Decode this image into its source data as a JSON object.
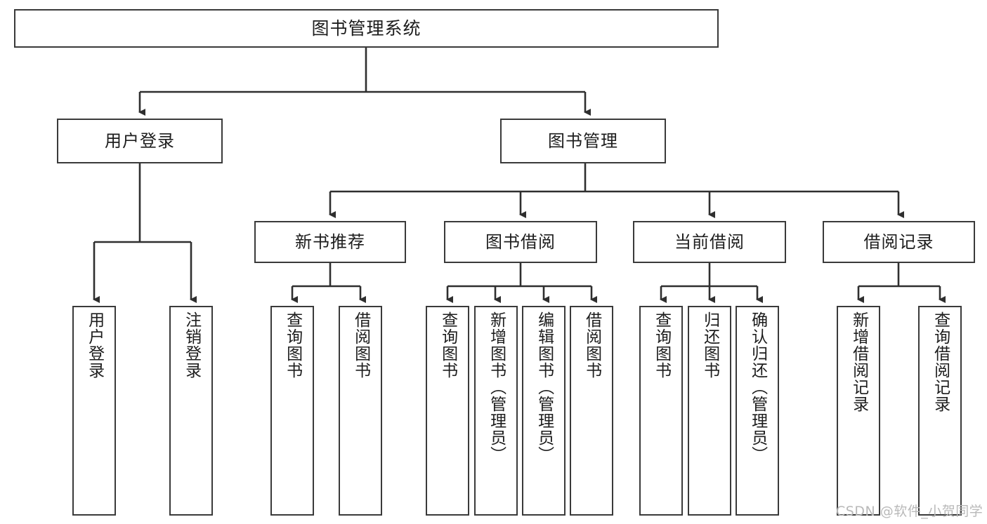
{
  "diagram": {
    "title": "图书管理系统",
    "type": "hierarchy-tree",
    "watermark": "CSDN @软件_小贺同学",
    "colors": {
      "box_border": "#3a3a3a",
      "box_fill": "#ffffff",
      "connector": "#2f2f2f",
      "text": "#1d1d1d",
      "watermark": "#b9b9b9"
    },
    "root": {
      "label": "图书管理系统"
    },
    "level2": [
      {
        "label": "用户登录"
      },
      {
        "label": "图书管理"
      }
    ],
    "level3": [
      {
        "label": "新书推荐"
      },
      {
        "label": "图书借阅"
      },
      {
        "label": "当前借阅"
      },
      {
        "label": "借阅记录"
      }
    ],
    "leaves": {
      "user_login": [
        {
          "label": "用户登录"
        },
        {
          "label": "注销登录"
        }
      ],
      "new_book_recommend": [
        {
          "label": "查询图书"
        },
        {
          "label": "借阅图书"
        }
      ],
      "book_borrow": [
        {
          "label": "查询图书"
        },
        {
          "label": "新增图书（管理员）"
        },
        {
          "label": "编辑图书（管理员）"
        },
        {
          "label": "借阅图书"
        }
      ],
      "current_borrow": [
        {
          "label": "查询图书"
        },
        {
          "label": "归还图书"
        },
        {
          "label": "确认归还（管理员）"
        }
      ],
      "borrow_record": [
        {
          "label": "新增借阅记录"
        },
        {
          "label": "查询借阅记录"
        }
      ]
    }
  }
}
